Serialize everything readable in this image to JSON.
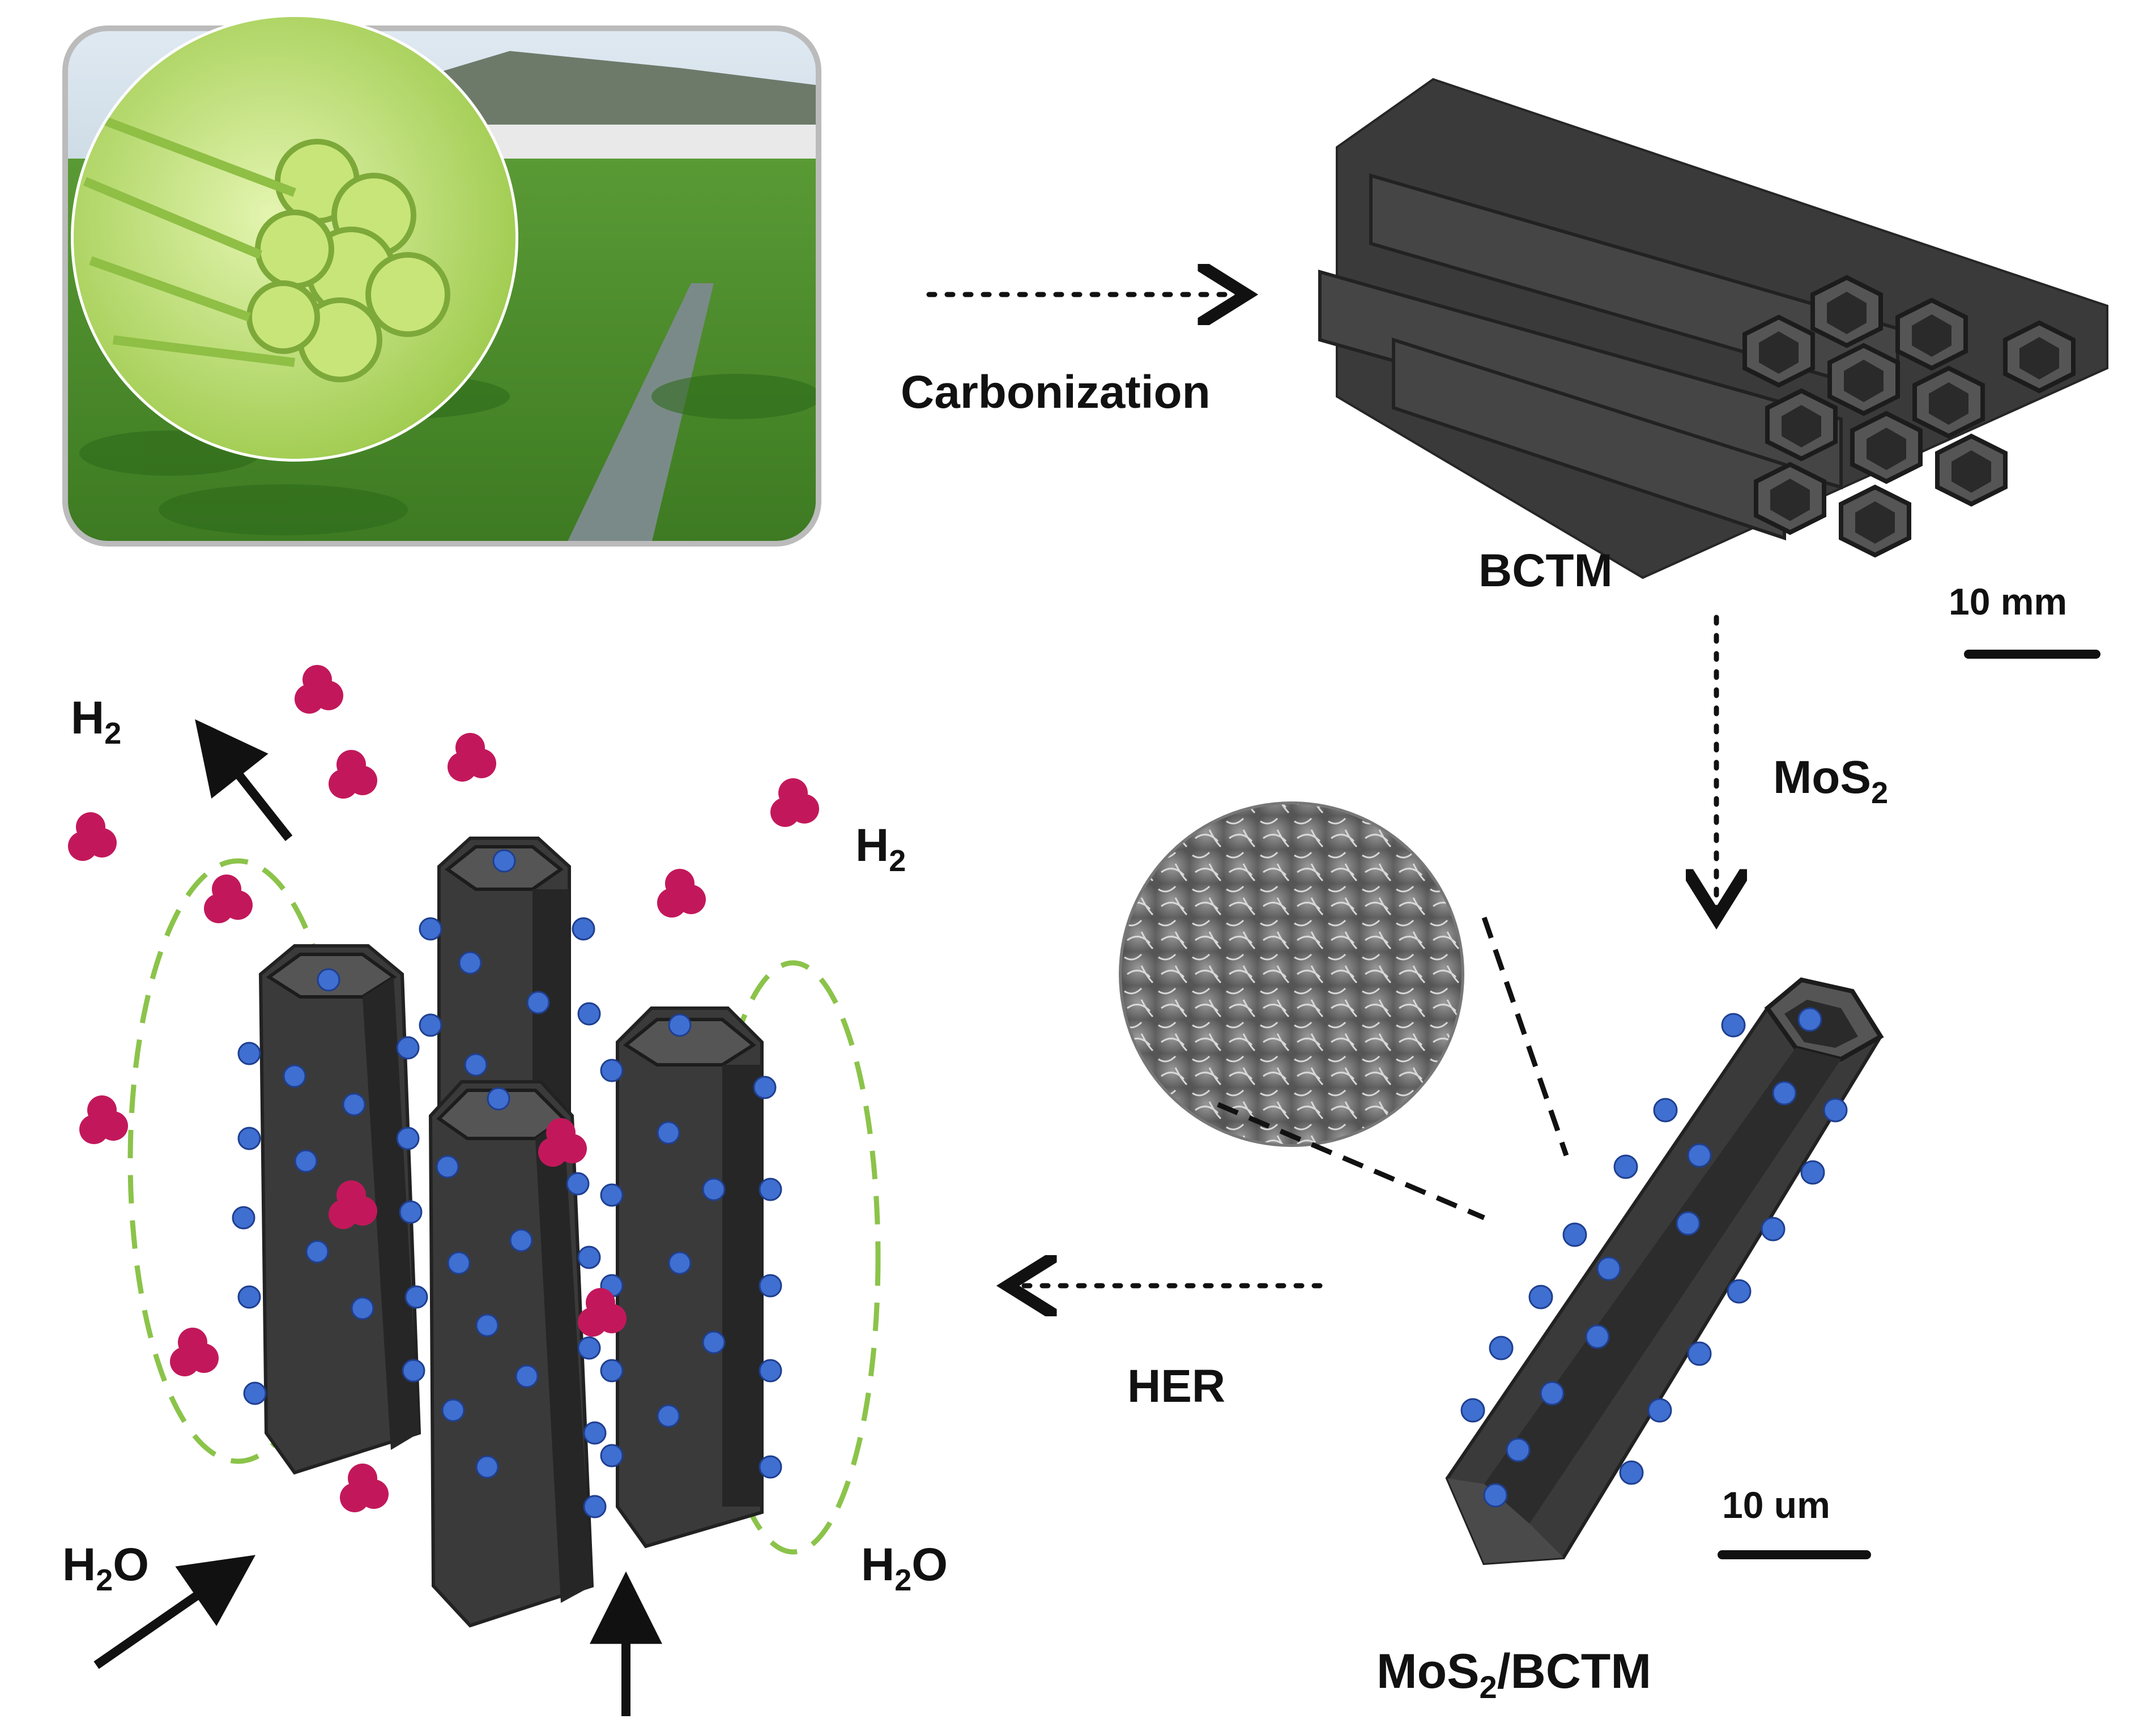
{
  "labels": {
    "carbonization": "Carbonization",
    "bctm": "BCTM",
    "scale_top": "10 mm",
    "mos2_step": "MoS",
    "mos2_step_sub": "2",
    "her": "HER",
    "scale_bottom": "10 um",
    "product": "MoS",
    "product_sub": "2",
    "product_rest": "/BCTM",
    "h2_left": "H",
    "h2_left_sub": "2",
    "h2_right": "H",
    "h2_right_sub": "2",
    "h2o_left": "H",
    "h2o_left_sub": "2",
    "h2o_left_rest": "O",
    "h2o_right": "H",
    "h2o_right_sub": "2",
    "h2o_right_rest": "O"
  },
  "colors": {
    "tube": "#3a3a3a",
    "tube_dark": "#262626",
    "tube_light": "#5a5a5a",
    "mos2_dot": "#3f6fd0",
    "h2_dot": "#c2185b",
    "ellipse": "#8bc34a",
    "celery": "#a8d65a",
    "field": "#4a8a2a"
  },
  "icons": {
    "photo": "celery-field-photo",
    "sem": "sem-nanosheet-inset"
  }
}
